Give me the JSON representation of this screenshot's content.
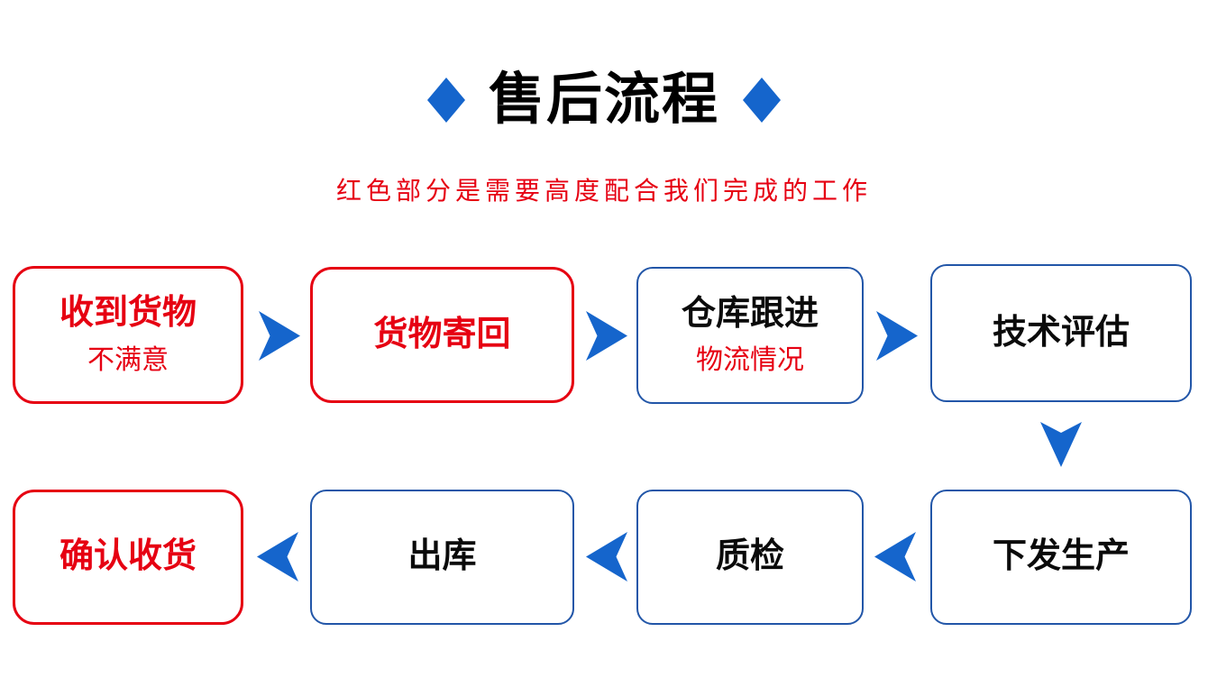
{
  "header": {
    "title": "售后流程",
    "subtitle": "红色部分是需要高度配合我们完成的工作"
  },
  "icons": {
    "diamond": "diamond-icon",
    "arrow_right": "arrow-right-icon",
    "arrow_left": "arrow-left-icon",
    "arrow_down": "arrow-down-icon"
  },
  "colors": {
    "highlight_red": "#e60012",
    "arrow_blue": "#1565cc",
    "box_border_blue": "#2256a8",
    "title_black": "#000000"
  },
  "flow": {
    "top_row": [
      {
        "label": "收到货物",
        "sublabel": "不满意",
        "variant": "red"
      },
      {
        "label": "货物寄回",
        "variant": "red"
      },
      {
        "label": "仓库跟进",
        "sublabel": "物流情况",
        "variant": "blue",
        "sublabel_color": "red"
      },
      {
        "label": "技术评估",
        "variant": "blue"
      }
    ],
    "bottom_row": [
      {
        "label": "下发生产",
        "variant": "blue"
      },
      {
        "label": "质检",
        "variant": "blue"
      },
      {
        "label": "出库",
        "variant": "blue"
      },
      {
        "label": "确认收货",
        "variant": "red"
      }
    ]
  }
}
